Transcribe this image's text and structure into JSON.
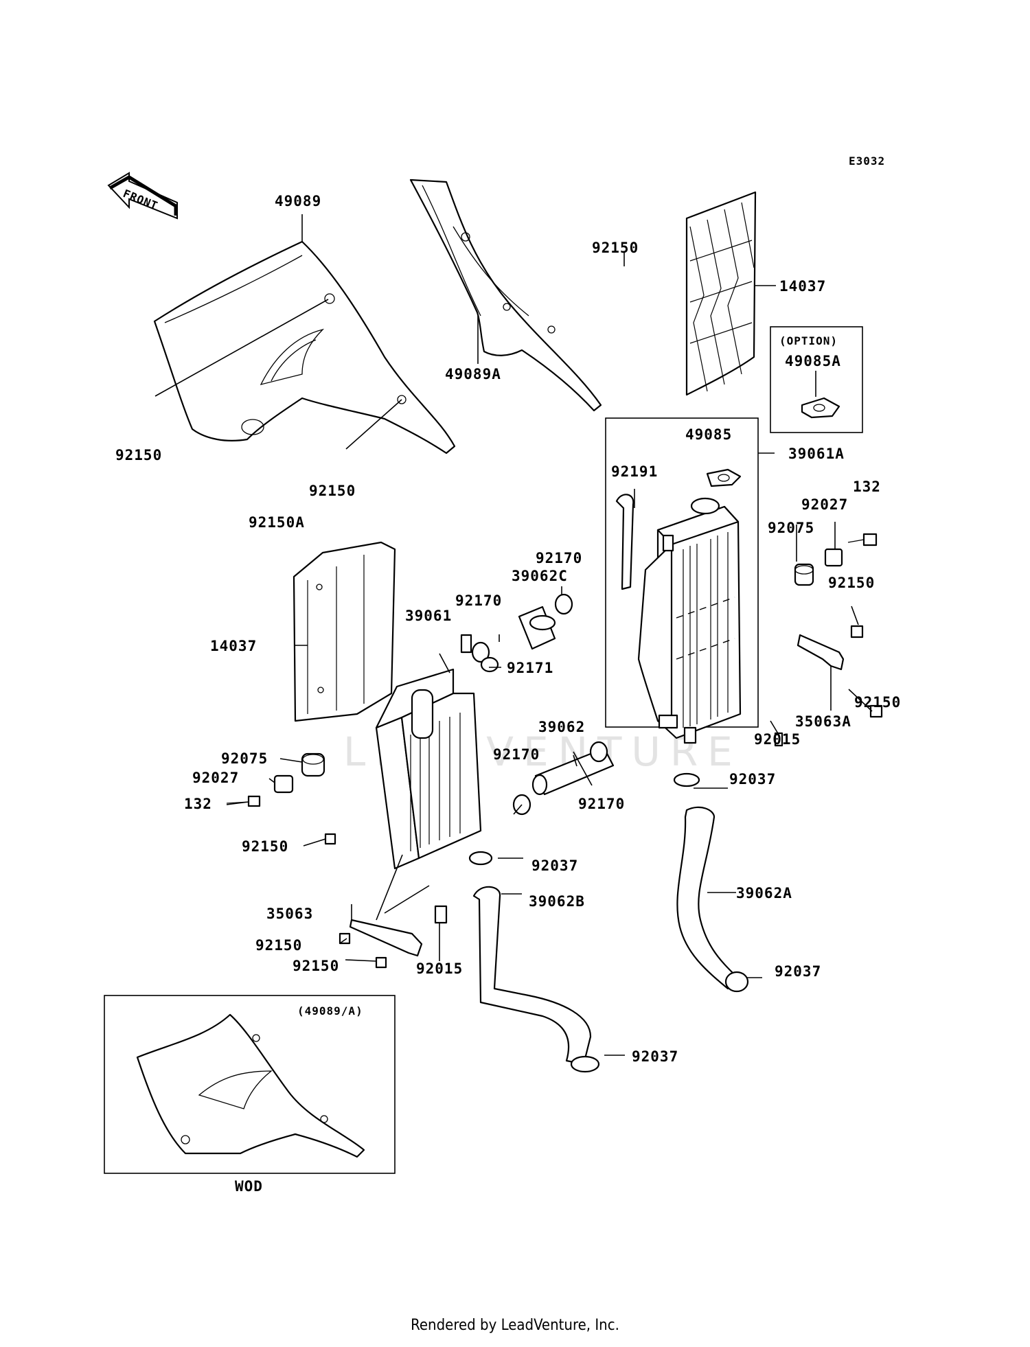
{
  "diagram": {
    "code": "E3032",
    "front_label": "FRONT",
    "watermark": "LEADVENTURE",
    "option_box": {
      "title": "(OPTION)",
      "part": "49085A"
    },
    "inset": {
      "title": "(49089/A)",
      "caption": "WOD"
    },
    "labels": {
      "l_49089": "49089",
      "l_49089A": "49089A",
      "l_92150_top": "92150",
      "l_14037_top": "14037",
      "l_92150_left": "92150",
      "l_92150_mid": "92150",
      "l_92150A": "92150A",
      "l_49085": "49085",
      "l_39061A": "39061A",
      "l_92191": "92191",
      "l_132_right": "132",
      "l_92027_right": "92027",
      "l_92075_right": "92075",
      "l_92150_right1": "92150",
      "l_92150_right2": "92150",
      "l_35063A": "35063A",
      "l_92015_right": "92015",
      "l_92170_a": "92170",
      "l_39062C": "39062C",
      "l_92170_b": "92170",
      "l_39061": "39061",
      "l_92171": "92171",
      "l_14037_left": "14037",
      "l_39062": "39062",
      "l_92170_c": "92170",
      "l_92170_d": "92170",
      "l_92037_a": "92037",
      "l_92075_left": "92075",
      "l_92027_left": "92027",
      "l_132_left": "132",
      "l_92150_left2": "92150",
      "l_92037_b": "92037",
      "l_39062A": "39062A",
      "l_39062B": "39062B",
      "l_35063": "35063",
      "l_92150_b1": "92150",
      "l_92150_b2": "92150",
      "l_92015_left": "92015",
      "l_92037_c": "92037",
      "l_92037_d": "92037"
    }
  },
  "footer": "Rendered by LeadVenture, Inc."
}
